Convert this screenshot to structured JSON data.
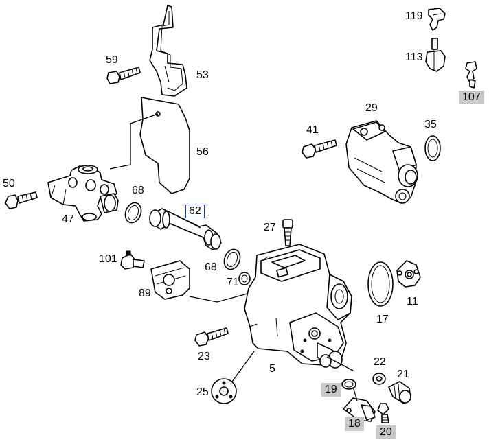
{
  "diagram": {
    "colors": {
      "stroke": "#000000",
      "background": "#ffffff",
      "highlight_fill": "#c8c8c8",
      "selected_border": "#1a32c8"
    },
    "labels": [
      {
        "id": "l119",
        "text": "119",
        "style": "plain"
      },
      {
        "id": "l113",
        "text": "113",
        "style": "plain"
      },
      {
        "id": "l107",
        "text": "107",
        "style": "shaded"
      },
      {
        "id": "l59",
        "text": "59",
        "style": "plain"
      },
      {
        "id": "l53",
        "text": "53",
        "style": "plain"
      },
      {
        "id": "l29",
        "text": "29",
        "style": "plain"
      },
      {
        "id": "l35",
        "text": "35",
        "style": "plain"
      },
      {
        "id": "l41",
        "text": "41",
        "style": "plain"
      },
      {
        "id": "l56",
        "text": "56",
        "style": "plain"
      },
      {
        "id": "l50",
        "text": "50",
        "style": "plain"
      },
      {
        "id": "l68a",
        "text": "68",
        "style": "plain"
      },
      {
        "id": "l47",
        "text": "47",
        "style": "plain"
      },
      {
        "id": "l62",
        "text": "62",
        "style": "selected"
      },
      {
        "id": "l27",
        "text": "27",
        "style": "plain"
      },
      {
        "id": "l68b",
        "text": "68",
        "style": "plain"
      },
      {
        "id": "l101",
        "text": "101",
        "style": "plain"
      },
      {
        "id": "l71",
        "text": "71",
        "style": "plain"
      },
      {
        "id": "l89",
        "text": "89",
        "style": "plain"
      },
      {
        "id": "l11",
        "text": "11",
        "style": "plain"
      },
      {
        "id": "l17",
        "text": "17",
        "style": "plain"
      },
      {
        "id": "l23",
        "text": "23",
        "style": "plain"
      },
      {
        "id": "l22",
        "text": "22",
        "style": "plain"
      },
      {
        "id": "l5",
        "text": "5",
        "style": "plain"
      },
      {
        "id": "l21",
        "text": "21",
        "style": "plain"
      },
      {
        "id": "l25",
        "text": "25",
        "style": "plain"
      },
      {
        "id": "l19",
        "text": "19",
        "style": "shaded"
      },
      {
        "id": "l18",
        "text": "18",
        "style": "shaded"
      },
      {
        "id": "l20",
        "text": "20",
        "style": "shaded"
      }
    ]
  }
}
